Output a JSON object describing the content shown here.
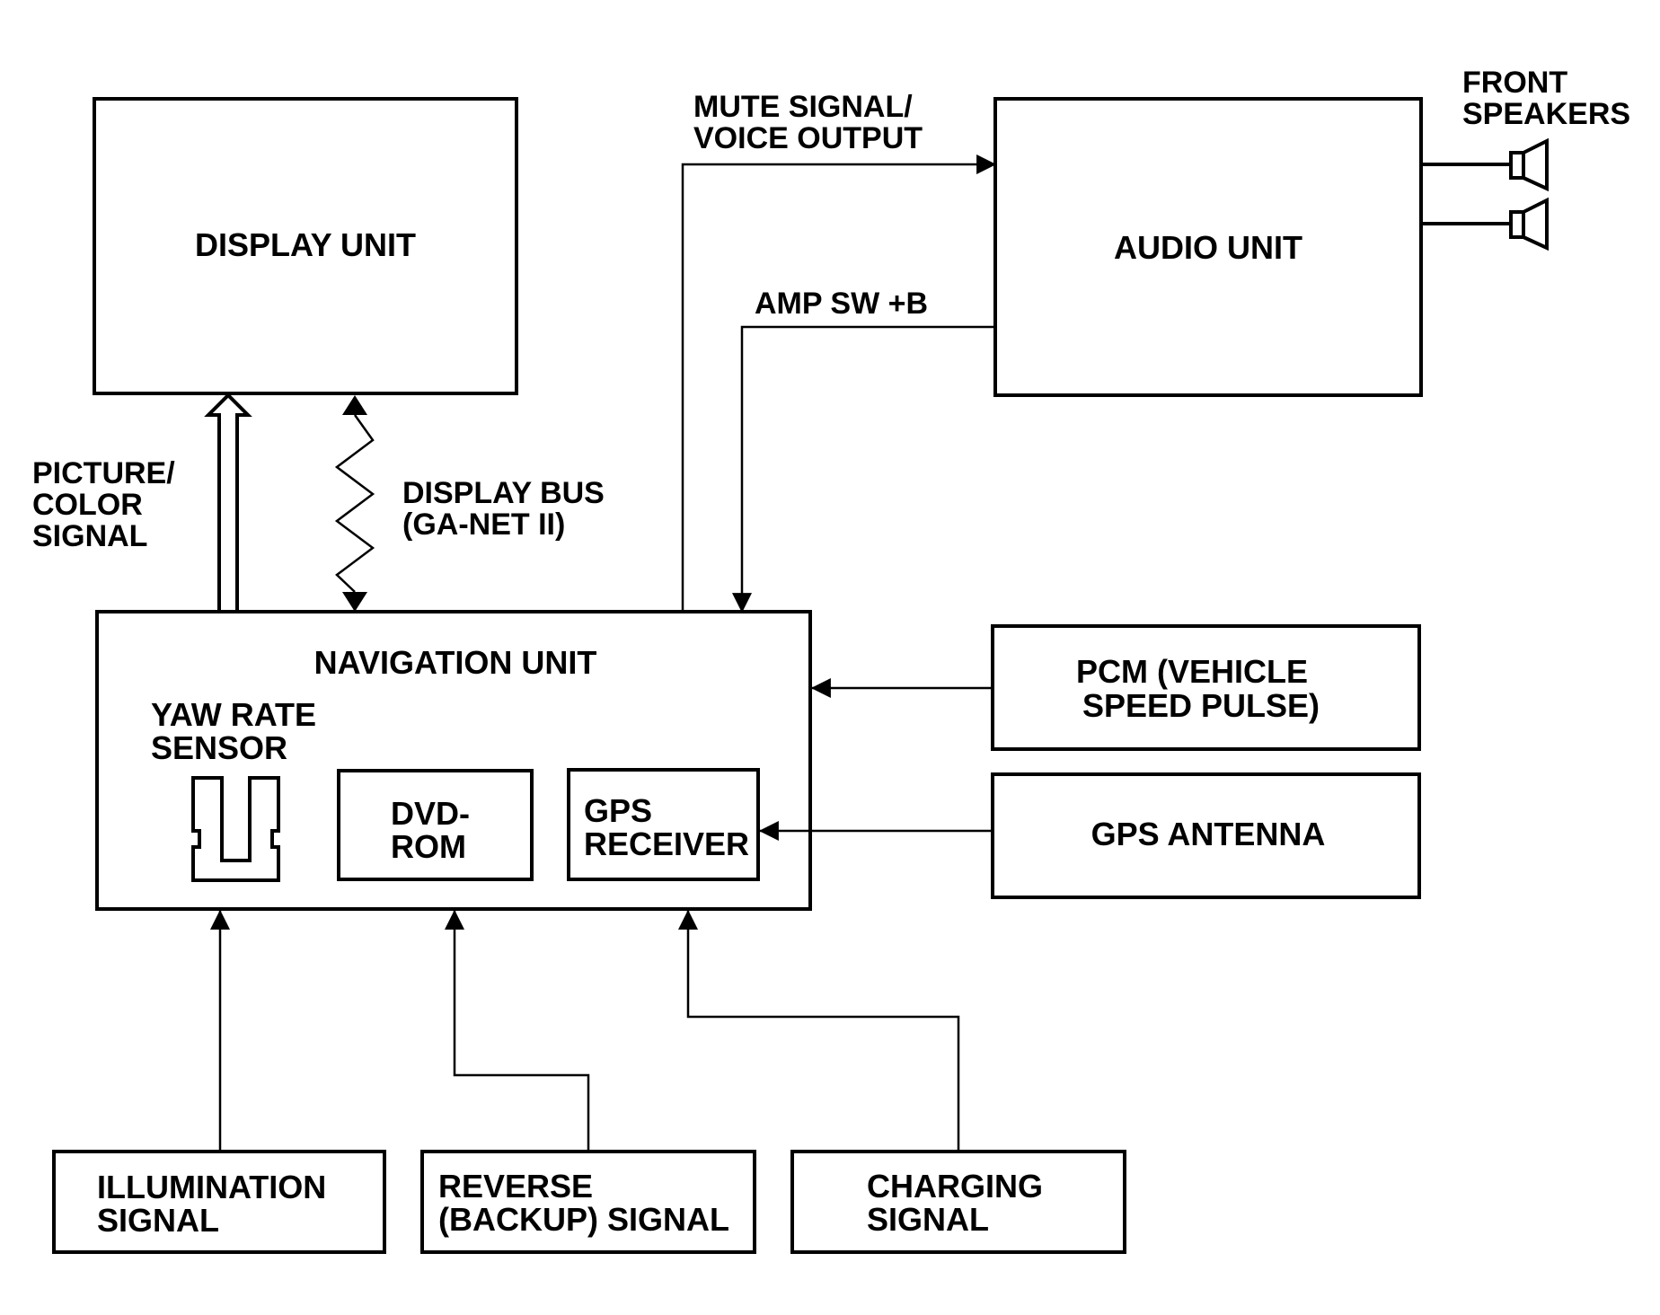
{
  "colors": {
    "ink": "#000000",
    "paper": "#ffffff"
  },
  "labels": {
    "display_unit": "DISPLAY UNIT",
    "audio_unit": "AUDIO UNIT",
    "navigation_unit": "NAVIGATION UNIT",
    "yaw_rate_sensor": [
      "YAW RATE",
      "SENSOR"
    ],
    "dvd_rom": [
      "DVD-",
      "ROM"
    ],
    "gps_receiver": [
      "GPS",
      "RECEIVER"
    ],
    "pcm": [
      "PCM (VEHICLE",
      "SPEED PULSE)"
    ],
    "gps_antenna": "GPS ANTENNA",
    "illumination": [
      "ILLUMINATION",
      "SIGNAL"
    ],
    "reverse": [
      "REVERSE",
      "(BACKUP) SIGNAL"
    ],
    "charging": [
      "CHARGING",
      "SIGNAL"
    ],
    "front_speakers": [
      "FRONT",
      "SPEAKERS"
    ],
    "mute_signal": [
      "MUTE SIGNAL/",
      "VOICE OUTPUT"
    ],
    "amp_sw": "AMP SW +B",
    "picture_color": [
      "PICTURE/",
      "COLOR",
      "SIGNAL"
    ],
    "display_bus": [
      "DISPLAY BUS",
      "(GA-NET II)"
    ]
  },
  "icons": [
    "speaker-icon",
    "yaw-rate-sensor-icon"
  ]
}
